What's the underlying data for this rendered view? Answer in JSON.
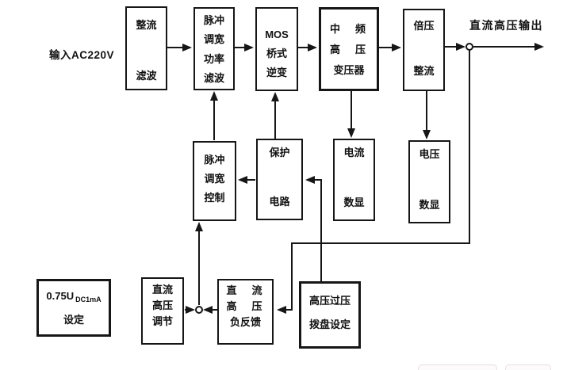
{
  "diagram": {
    "labels": {
      "input": "输入AC220V",
      "output": "直流高压输出"
    },
    "boxes": [
      {
        "id": "rectifier-filter",
        "lines": [
          "整流",
          "滤波"
        ]
      },
      {
        "id": "pwm-power-filter",
        "lines": [
          "脉冲",
          "调宽",
          "功率",
          "滤波"
        ]
      },
      {
        "id": "mos-bridge-inverter",
        "lines": [
          "MOS",
          "桥式",
          "逆变"
        ]
      },
      {
        "id": "mf-hv-transformer",
        "lines": [
          "中　频",
          "高　压",
          "变压器"
        ]
      },
      {
        "id": "voltage-doubler-rectifier",
        "lines": [
          "倍压",
          "整流"
        ]
      },
      {
        "id": "pwm-control",
        "lines": [
          "脉冲",
          "调宽",
          "控制"
        ]
      },
      {
        "id": "protection-circuit",
        "lines": [
          "保护",
          "电路"
        ]
      },
      {
        "id": "current-digital-display",
        "lines": [
          "电流",
          "数显"
        ]
      },
      {
        "id": "voltage-digital-display",
        "lines": [
          "电压",
          "数显"
        ]
      },
      {
        "id": "dc-setting",
        "lines": [
          "0.75U",
          "DC1mA",
          "设定"
        ]
      },
      {
        "id": "dc-hv-adjust",
        "lines": [
          "直流",
          "高压",
          "调节"
        ]
      },
      {
        "id": "dc-hv-negative-feedback",
        "lines": [
          "直　流",
          "高　压",
          "负反馈"
        ]
      },
      {
        "id": "hv-overvoltage-dial-setting",
        "lines": [
          "高压过压",
          "拨盘设定"
        ]
      }
    ],
    "connections": [
      {
        "from": "rectifier-filter",
        "to": "pwm-power-filter"
      },
      {
        "from": "pwm-power-filter",
        "to": "mos-bridge-inverter"
      },
      {
        "from": "mos-bridge-inverter",
        "to": "mf-hv-transformer"
      },
      {
        "from": "mf-hv-transformer",
        "to": "voltage-doubler-rectifier"
      },
      {
        "from": "voltage-doubler-rectifier",
        "to": "dc-hv-output"
      },
      {
        "from": "pwm-control",
        "to": "pwm-power-filter"
      },
      {
        "from": "protection-circuit",
        "to": "mos-bridge-inverter"
      },
      {
        "from": "protection-circuit",
        "to": "pwm-control"
      },
      {
        "from": "mf-hv-transformer",
        "to": "current-digital-display"
      },
      {
        "from": "voltage-doubler-rectifier",
        "to": "voltage-digital-display"
      },
      {
        "from": "hv-overvoltage-dial-setting",
        "to": "protection-circuit"
      },
      {
        "from": "dc-hv-output",
        "to": "dc-hv-negative-feedback"
      },
      {
        "from": "dc-hv-adjust",
        "to": "summing-junction"
      },
      {
        "from": "dc-hv-negative-feedback",
        "to": "summing-junction"
      },
      {
        "from": "summing-junction",
        "to": "pwm-control"
      }
    ],
    "colors": {
      "line": "#161616",
      "text": "#111111",
      "background": "#ffffff"
    }
  }
}
